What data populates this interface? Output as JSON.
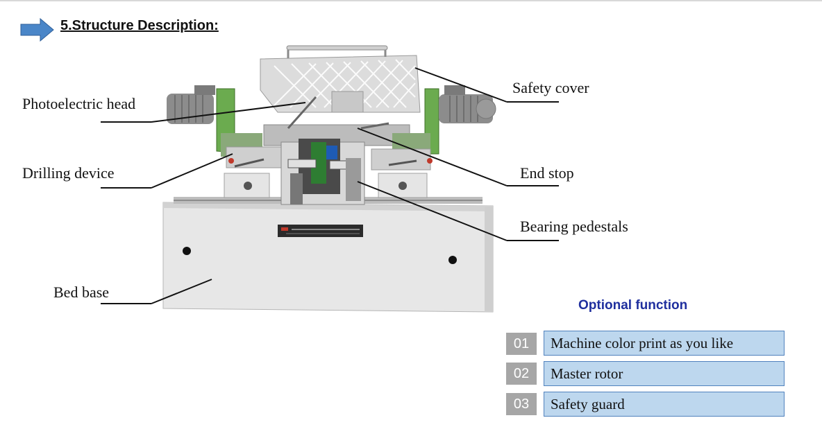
{
  "section": {
    "heading": "5.Structure Description:"
  },
  "labels": {
    "photoelectric_head": "Photoelectric head",
    "drilling_device": "Drilling device",
    "bed_base": "Bed base",
    "safety_cover": "Safety cover",
    "end_stop": "End stop",
    "bearing_pedestals": "Bearing pedestals"
  },
  "optional": {
    "title": "Optional function",
    "items": [
      {
        "num": "01",
        "text": "Machine color print as you like"
      },
      {
        "num": "02",
        "text": "Master rotor"
      },
      {
        "num": "03",
        "text": "Safety guard"
      }
    ]
  },
  "colors": {
    "heading_arrow": "#4a86c8",
    "optional_title": "#1f2f9e",
    "option_box_fill": "#bdd7ee",
    "option_box_border": "#4f81bd",
    "number_badge": "#a6a6a6",
    "machine_green": "#6bab4f"
  },
  "icons": {
    "heading": "right-arrow-icon"
  }
}
